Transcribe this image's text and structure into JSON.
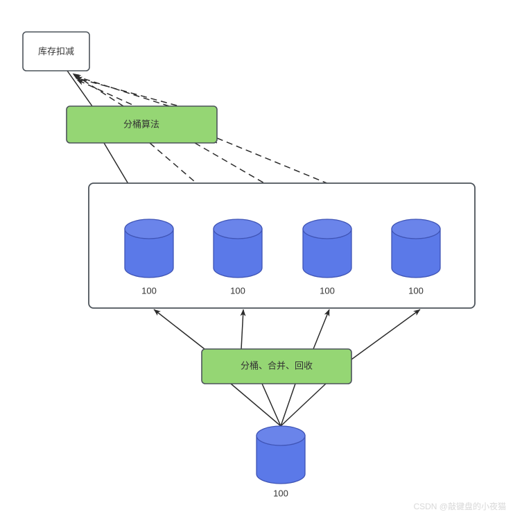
{
  "diagram": {
    "title_node": {
      "label": "库存扣减"
    },
    "bucket_algorithm_node": {
      "label": "分桶算法"
    },
    "merge_recycle_node": {
      "label": "分桶、合并、回收"
    },
    "bucket_group": {
      "buckets": [
        {
          "count": "100"
        },
        {
          "count": "100"
        },
        {
          "count": "100"
        },
        {
          "count": "100"
        }
      ]
    },
    "source_cylinder": {
      "count": "100"
    },
    "watermark": {
      "text": "CSDN @敲键盘的小夜猫"
    },
    "colors": {
      "green_fill": "#95d674",
      "blue_fill": "#5b79e8",
      "blue_top": "#6a84ea",
      "blue_stroke": "#3f54b5",
      "box_stroke": "#4c535a",
      "edge_stroke": "#2b2b2b",
      "text": "#333333",
      "watermark": "#d8d8d8",
      "background": "#ffffff"
    }
  }
}
